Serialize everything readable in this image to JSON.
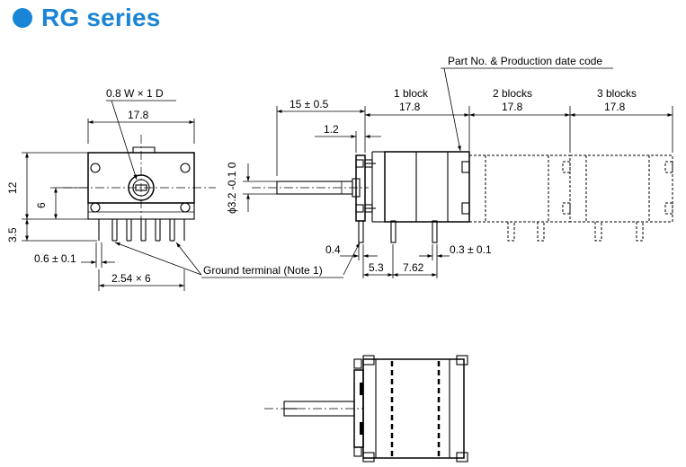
{
  "header": {
    "title": "RG series",
    "bullet_color": "#1a85d6"
  },
  "side_view": {
    "slot_label": "0.8 W × 1 D",
    "width_dim": "17.8",
    "height_dim": "12",
    "center_height_dim": "6",
    "terminal_length_dim": "3.5",
    "pin_width_dim": "0.6 ± 0.1",
    "pin_pitch_dim": "2.54 × 6",
    "ground_terminal_note": "Ground terminal (Note 1)"
  },
  "front_view": {
    "part_no_note": "Part No. & Production date code",
    "shaft_length_dim": "15 ± 0.5",
    "shaft_step_dim": "1.2",
    "shaft_diameter_dim": "ϕ3.2 -0.1 0",
    "block1_label": "1 block",
    "block1_dim": "17.8",
    "block2_label": "2 blocks",
    "block2_dim": "17.8",
    "block3_label": "3 blocks",
    "block3_dim": "17.8",
    "pin_dim_left": "0.4",
    "pin_dim_right": "0.3 ± 0.1",
    "pin_offset_dim": "5.3",
    "pin_spacing_dim": "7.62"
  }
}
